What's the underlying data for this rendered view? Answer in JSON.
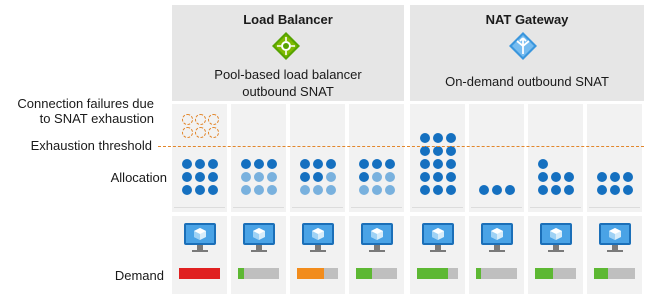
{
  "panels": {
    "load_balancer": {
      "title": "Load Balancer",
      "icon": "load-balancer-icon",
      "subtitle_line1": "Pool-based load balancer",
      "subtitle_line2": "outbound SNAT"
    },
    "nat_gateway": {
      "title": "NAT Gateway",
      "icon": "nat-gateway-icon",
      "subtitle": "On-demand outbound SNAT"
    }
  },
  "row_labels": {
    "failures_line1": "Connection failures due",
    "failures_line2": "to SNAT exhaustion",
    "threshold": "Exhaustion threshold",
    "allocation": "Allocation",
    "demand": "Demand"
  },
  "colors": {
    "allocated_port": "#1570c0",
    "unused_port": "#79b1de",
    "failure_outline": "#e2862b",
    "demand_critical": "#e02020",
    "demand_low": "#5db833",
    "demand_high": "#f28c1c",
    "demand_track": "#bfbfbf"
  },
  "columns": [
    {
      "group": "load_balancer",
      "demand": 1.0,
      "demand_color": "#e02020",
      "allocation": "lb",
      "used": 9,
      "failures": 6
    },
    {
      "group": "load_balancer",
      "demand": 0.15,
      "demand_color": "#5db833",
      "allocation": "lb",
      "used": 3,
      "failures": 0
    },
    {
      "group": "load_balancer",
      "demand": 0.65,
      "demand_color": "#f28c1c",
      "allocation": "lb",
      "used": 5,
      "failures": 0
    },
    {
      "group": "load_balancer",
      "demand": 0.4,
      "demand_color": "#5db833",
      "allocation": "lb",
      "used": 4,
      "failures": 0
    },
    {
      "group": "nat_gateway",
      "demand": 0.75,
      "demand_color": "#5db833",
      "allocation": "nat",
      "dots": 15,
      "failures": 0
    },
    {
      "group": "nat_gateway",
      "demand": 0.12,
      "demand_color": "#5db833",
      "allocation": "nat",
      "dots": 3,
      "failures": 0
    },
    {
      "group": "nat_gateway",
      "demand": 0.45,
      "demand_color": "#5db833",
      "allocation": "nat",
      "dots": 7,
      "failures": 0
    },
    {
      "group": "nat_gateway",
      "demand": 0.35,
      "demand_color": "#5db833",
      "allocation": "nat",
      "dots": 6,
      "failures": 0
    }
  ]
}
